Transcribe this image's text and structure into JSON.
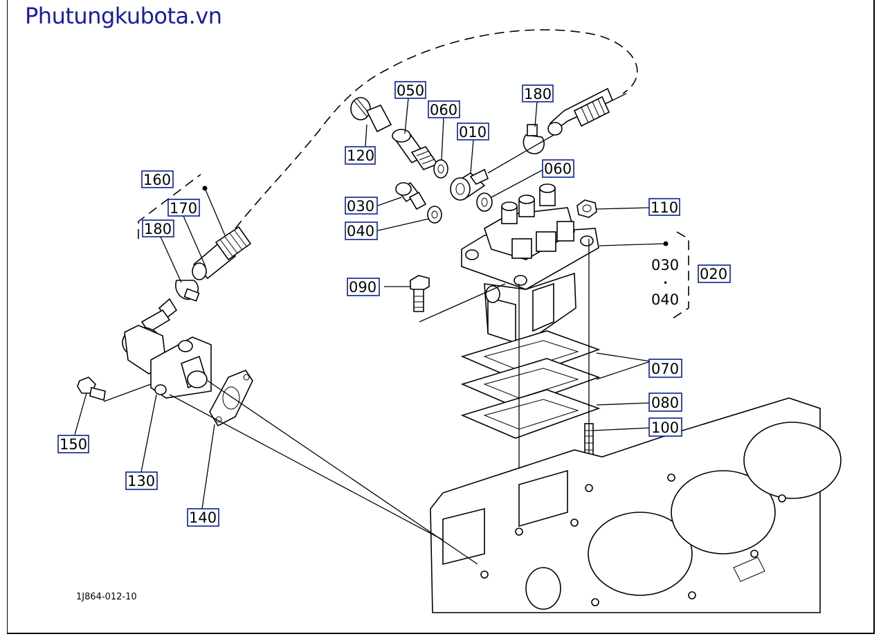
{
  "brand": {
    "site_name": "Phutungkubota.vn"
  },
  "diagram": {
    "reference_code": "1J864-012-10",
    "callouts": [
      {
        "id": "c050",
        "label": "050"
      },
      {
        "id": "c060a",
        "label": "060"
      },
      {
        "id": "c010",
        "label": "010"
      },
      {
        "id": "c180a",
        "label": "180"
      },
      {
        "id": "c120",
        "label": "120"
      },
      {
        "id": "c060b",
        "label": "060"
      },
      {
        "id": "c160",
        "label": "160"
      },
      {
        "id": "c170",
        "label": "170"
      },
      {
        "id": "c180b",
        "label": "180"
      },
      {
        "id": "c030",
        "label": "030"
      },
      {
        "id": "c040",
        "label": "040"
      },
      {
        "id": "c110",
        "label": "110"
      },
      {
        "id": "c020",
        "label": "020"
      },
      {
        "id": "c090",
        "label": "090"
      },
      {
        "id": "c070",
        "label": "070"
      },
      {
        "id": "c080",
        "label": "080"
      },
      {
        "id": "c100",
        "label": "100"
      },
      {
        "id": "c150",
        "label": "150"
      },
      {
        "id": "c130",
        "label": "130"
      },
      {
        "id": "c140",
        "label": "140"
      }
    ],
    "group_020": {
      "top_label": "030",
      "separator": "•",
      "bottom_label": "040"
    }
  }
}
